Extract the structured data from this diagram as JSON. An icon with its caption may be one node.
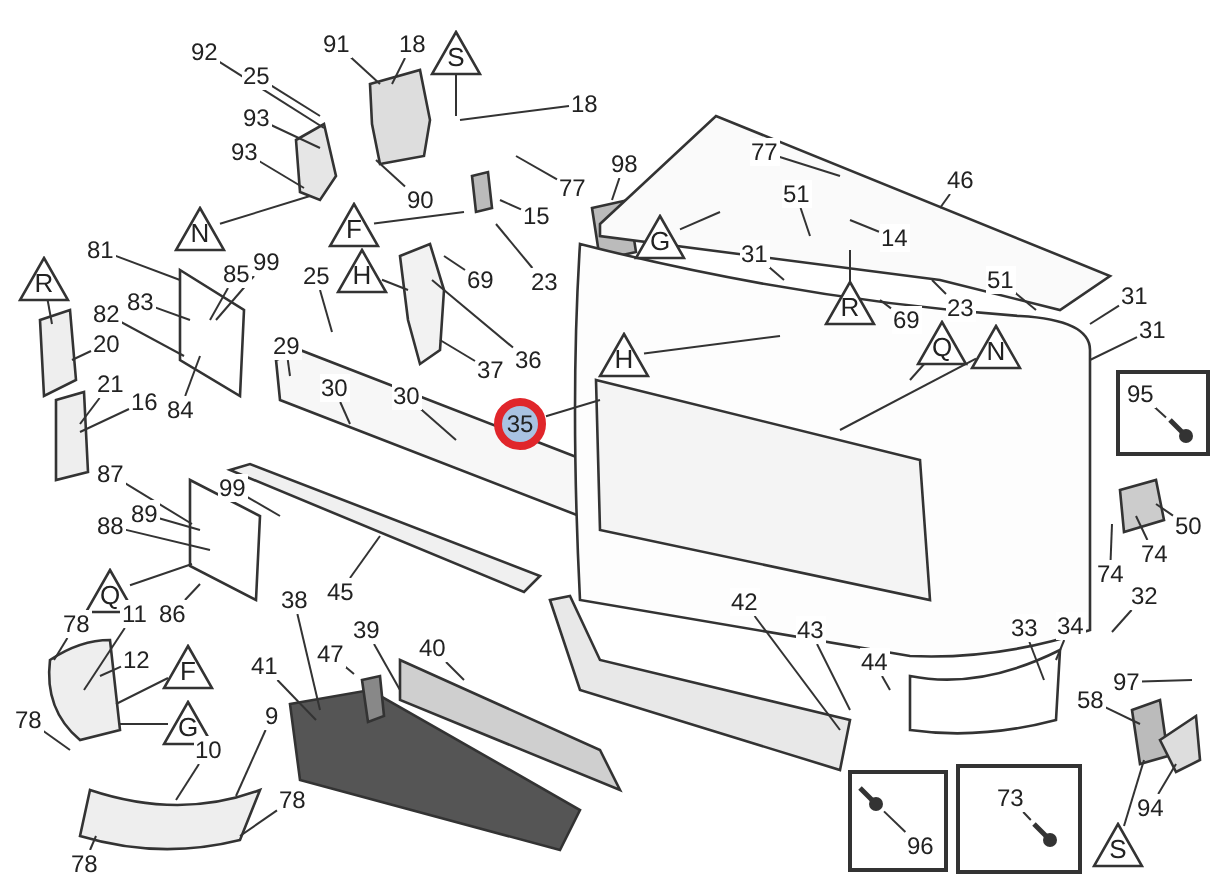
{
  "diagram": {
    "nodes": [
      {
        "text": [
          "92"
        ]
      },
      {
        "text": [
          "25"
        ]
      },
      {
        "text": [
          "93"
        ]
      },
      {
        "text": [
          "93"
        ]
      },
      {
        "text": [
          "91"
        ]
      },
      {
        "text": [
          "18"
        ]
      },
      {
        "text": [
          "S"
        ]
      },
      {
        "text": [
          "18"
        ]
      },
      {
        "text": [
          "98"
        ]
      },
      {
        "text": [
          "77"
        ]
      },
      {
        "text": [
          "15"
        ]
      },
      {
        "text": [
          "90"
        ]
      },
      {
        "text": [
          "N"
        ]
      },
      {
        "text": [
          "F"
        ]
      },
      {
        "text": [
          "99"
        ]
      },
      {
        "text": [
          "25"
        ]
      },
      {
        "text": [
          "85"
        ]
      },
      {
        "text": [
          "H"
        ]
      },
      {
        "text": [
          "69"
        ]
      },
      {
        "text": [
          "23"
        ]
      },
      {
        "text": [
          "81"
        ]
      },
      {
        "text": [
          "R"
        ]
      },
      {
        "text": [
          "83"
        ]
      },
      {
        "text": [
          "82"
        ]
      },
      {
        "text": [
          "37"
        ]
      },
      {
        "text": [
          "36"
        ]
      },
      {
        "text": [
          "20"
        ]
      },
      {
        "text": [
          "21"
        ]
      },
      {
        "text": [
          "16"
        ]
      },
      {
        "text": [
          "84"
        ]
      },
      {
        "text": [
          "29"
        ]
      },
      {
        "text": [
          "30"
        ]
      },
      {
        "text": [
          "30"
        ]
      },
      {
        "text": [
          "35"
        ]
      },
      {
        "text": [
          "87"
        ]
      },
      {
        "text": [
          "89"
        ]
      },
      {
        "text": [
          "88"
        ]
      },
      {
        "text": [
          "99"
        ]
      },
      {
        "text": [
          "Q"
        ]
      },
      {
        "text": [
          "11"
        ]
      },
      {
        "text": [
          "86"
        ]
      },
      {
        "text": [
          "78"
        ]
      },
      {
        "text": [
          "12"
        ]
      },
      {
        "text": [
          "F"
        ]
      },
      {
        "text": [
          "78"
        ]
      },
      {
        "text": [
          "G"
        ]
      },
      {
        "text": [
          "10"
        ]
      },
      {
        "text": [
          "9"
        ]
      },
      {
        "text": [
          "78"
        ]
      },
      {
        "text": [
          "78"
        ]
      },
      {
        "text": [
          "38"
        ]
      },
      {
        "text": [
          "45"
        ]
      },
      {
        "text": [
          "41"
        ]
      },
      {
        "text": [
          "47"
        ]
      },
      {
        "text": [
          "39"
        ]
      },
      {
        "text": [
          "40"
        ]
      },
      {
        "text": [
          "77"
        ]
      },
      {
        "text": [
          "51"
        ]
      },
      {
        "text": [
          "46"
        ]
      },
      {
        "text": [
          "G"
        ]
      },
      {
        "text": [
          "31"
        ]
      },
      {
        "text": [
          "14"
        ]
      },
      {
        "text": [
          "R"
        ]
      },
      {
        "text": [
          "51"
        ]
      },
      {
        "text": [
          "31"
        ]
      },
      {
        "text": [
          "31"
        ]
      },
      {
        "text": [
          "69"
        ]
      },
      {
        "text": [
          "23"
        ]
      },
      {
        "text": [
          "H"
        ]
      },
      {
        "text": [
          "Q"
        ]
      },
      {
        "text": [
          "N"
        ]
      },
      {
        "text": [],
        "shape": "box"
      },
      {
        "text": [
          "95"
        ],
        "in": 71
      },
      {
        "text": [
          "50"
        ]
      },
      {
        "text": [
          "74"
        ]
      },
      {
        "text": [
          "74"
        ]
      },
      {
        "text": [
          "32"
        ]
      },
      {
        "text": [
          "33"
        ]
      },
      {
        "text": [
          "34"
        ]
      },
      {
        "text": [
          "42"
        ]
      },
      {
        "text": [
          "43"
        ]
      },
      {
        "text": [
          "44"
        ]
      },
      {
        "text": [],
        "shape": "box"
      },
      {
        "text": [
          "96"
        ],
        "in": 82
      },
      {
        "text": [],
        "shape": "box"
      },
      {
        "text": [
          "73"
        ],
        "in": 84
      },
      {
        "text": [
          "97"
        ]
      },
      {
        "text": [
          "58"
        ]
      },
      {
        "text": [
          "94"
        ]
      },
      {
        "text": [
          "S"
        ]
      },
      {
        "text": [],
        "shape": "bolt",
        "in": 71
      },
      {
        "text": [],
        "shape": "bolt",
        "in": 82
      },
      {
        "text": [],
        "shape": "bolt",
        "in": 84
      }
    ],
    "edges": [
      {
        "from": 0,
        "to": null,
        "arrow": "none"
      },
      {
        "from": 1,
        "to": null,
        "arrow": "none"
      },
      {
        "from": 2,
        "to": null,
        "arrow": "none"
      },
      {
        "from": 3,
        "to": null,
        "arrow": "none"
      },
      {
        "from": 4,
        "to": null,
        "arrow": "none"
      },
      {
        "from": 5,
        "to": null,
        "arrow": "none"
      },
      {
        "from": 6,
        "to": null,
        "arrow": "none"
      },
      {
        "from": 7,
        "to": null,
        "arrow": "none"
      },
      {
        "from": 8,
        "to": null,
        "arrow": "none"
      },
      {
        "from": 9,
        "to": null,
        "arrow": "none"
      },
      {
        "from": 10,
        "to": null,
        "arrow": "none"
      },
      {
        "from": 11,
        "to": null,
        "arrow": "none"
      },
      {
        "from": 12,
        "to": null,
        "arrow": "none"
      },
      {
        "from": 13,
        "to": null,
        "arrow": "none"
      },
      {
        "from": 14,
        "to": null,
        "arrow": "none"
      },
      {
        "from": 15,
        "to": null,
        "arrow": "none"
      },
      {
        "from": 16,
        "to": null,
        "arrow": "none"
      },
      {
        "from": 17,
        "to": null,
        "arrow": "none"
      },
      {
        "from": 18,
        "to": null,
        "arrow": "none"
      },
      {
        "from": 19,
        "to": null,
        "arrow": "none"
      },
      {
        "from": 20,
        "to": null,
        "arrow": "none"
      },
      {
        "from": 21,
        "to": null,
        "arrow": "none"
      },
      {
        "from": 22,
        "to": null,
        "arrow": "none"
      },
      {
        "from": 23,
        "to": null,
        "arrow": "none"
      },
      {
        "from": 24,
        "to": null,
        "arrow": "none"
      },
      {
        "from": 25,
        "to": null,
        "arrow": "none"
      },
      {
        "from": 26,
        "to": null,
        "arrow": "none"
      },
      {
        "from": 27,
        "to": null,
        "arrow": "none"
      },
      {
        "from": 28,
        "to": null,
        "arrow": "none"
      },
      {
        "from": 29,
        "to": null,
        "arrow": "none"
      },
      {
        "from": 30,
        "to": null,
        "arrow": "none"
      },
      {
        "from": 31,
        "to": null,
        "arrow": "none"
      },
      {
        "from": 32,
        "to": null,
        "arrow": "none"
      },
      {
        "from": 33,
        "to": null,
        "arrow": "none"
      },
      {
        "from": 34,
        "to": null,
        "arrow": "none"
      },
      {
        "from": 35,
        "to": null,
        "arrow": "none"
      },
      {
        "from": 36,
        "to": null,
        "arrow": "none"
      },
      {
        "from": 37,
        "to": null,
        "arrow": "none"
      },
      {
        "from": 38,
        "to": null,
        "arrow": "none"
      },
      {
        "from": 39,
        "to": null,
        "arrow": "none"
      },
      {
        "from": 40,
        "to": null,
        "arrow": "none"
      },
      {
        "from": 41,
        "to": null,
        "arrow": "none"
      },
      {
        "from": 42,
        "to": null,
        "arrow": "none"
      },
      {
        "from": 43,
        "to": null,
        "arrow": "none"
      },
      {
        "from": 44,
        "to": null,
        "arrow": "none"
      },
      {
        "from": 45,
        "to": null,
        "arrow": "none"
      },
      {
        "from": 46,
        "to": null,
        "arrow": "none"
      },
      {
        "from": 47,
        "to": null,
        "arrow": "none"
      },
      {
        "from": 48,
        "to": null,
        "arrow": "none"
      },
      {
        "from": 49,
        "to": null,
        "arrow": "none"
      },
      {
        "from": 50,
        "to": null,
        "arrow": "none"
      },
      {
        "from": 51,
        "to": null,
        "arrow": "none"
      },
      {
        "from": 52,
        "to": null,
        "arrow": "none"
      },
      {
        "from": 53,
        "to": null,
        "arrow": "none"
      },
      {
        "from": 54,
        "to": null,
        "arrow": "none"
      },
      {
        "from": 55,
        "to": null,
        "arrow": "none"
      },
      {
        "from": 56,
        "to": null,
        "arrow": "none"
      },
      {
        "from": 57,
        "to": null,
        "arrow": "none"
      },
      {
        "from": 58,
        "to": null,
        "arrow": "none"
      },
      {
        "from": 59,
        "to": null,
        "arrow": "none"
      },
      {
        "from": 60,
        "to": null,
        "arrow": "none"
      },
      {
        "from": 61,
        "to": null,
        "arrow": "none"
      },
      {
        "from": 62,
        "to": null,
        "arrow": "none"
      },
      {
        "from": 63,
        "to": null,
        "arrow": "none"
      },
      {
        "from": 64,
        "to": null,
        "arrow": "none"
      },
      {
        "from": 65,
        "to": null,
        "arrow": "none"
      },
      {
        "from": 66,
        "to": null,
        "arrow": "none"
      },
      {
        "from": 67,
        "to": null,
        "arrow": "none"
      },
      {
        "from": 68,
        "to": null,
        "arrow": "none"
      },
      {
        "from": 69,
        "to": null,
        "arrow": "none"
      },
      {
        "from": 70,
        "to": null,
        "arrow": "none"
      },
      {
        "from": 72,
        "to": 90,
        "arrow": "none"
      },
      {
        "from": 73,
        "to": null,
        "arrow": "none"
      },
      {
        "from": 74,
        "to": null,
        "arrow": "none"
      },
      {
        "from": 75,
        "to": null,
        "arrow": "none"
      },
      {
        "from": 76,
        "to": null,
        "arrow": "none"
      },
      {
        "from": 77,
        "to": null,
        "arrow": "none"
      },
      {
        "from": 78,
        "to": null,
        "arrow": "none"
      },
      {
        "from": 79,
        "to": null,
        "arrow": "none"
      },
      {
        "from": 80,
        "to": null,
        "arrow": "none"
      },
      {
        "from": 81,
        "to": null,
        "arrow": "none"
      },
      {
        "from": 83,
        "to": 91,
        "arrow": "none"
      },
      {
        "from": 85,
        "to": 92,
        "arrow": "none"
      },
      {
        "from": 86,
        "to": null,
        "arrow": "none"
      },
      {
        "from": 87,
        "to": null,
        "arrow": "none"
      },
      {
        "from": 88,
        "to": null,
        "arrow": "none"
      },
      {
        "from": 89,
        "to": null,
        "arrow": "none"
      }
    ]
  }
}
